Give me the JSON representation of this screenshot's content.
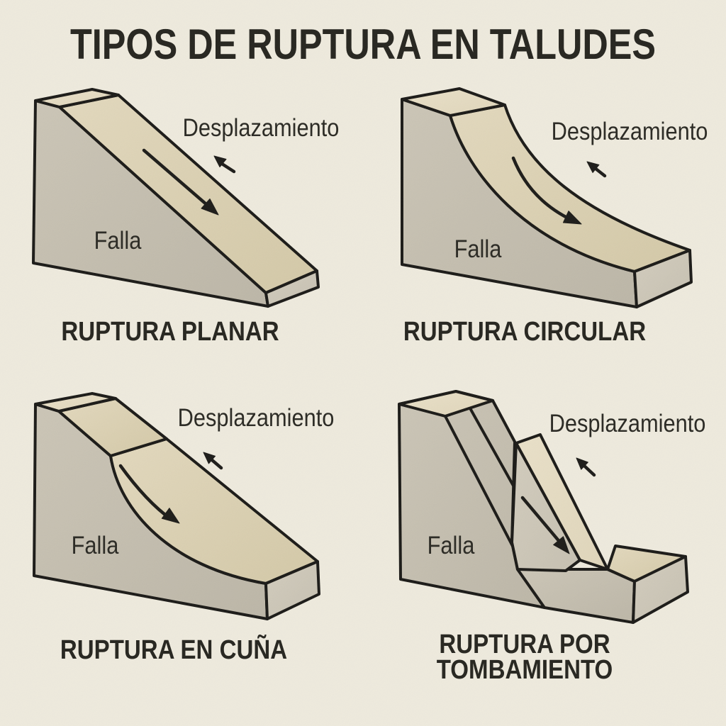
{
  "title": "TIPOS DE RUPTURA EN TALUDES",
  "panels": [
    {
      "name": "planar",
      "caption": "RUPTURA PLANAR",
      "fault_label": "Falla",
      "displacement_label": "Desplazamiento"
    },
    {
      "name": "circular",
      "caption": "RUPTURA CIRCULAR",
      "fault_label": "Falla",
      "displacement_label": "Desplazamiento"
    },
    {
      "name": "wedge",
      "caption": "RUPTURA EN CUÑA",
      "fault_label": "Falla",
      "displacement_label": "Desplazamiento"
    },
    {
      "name": "toppling",
      "caption_line1": "RUPTURA POR",
      "caption_line2": "TOMBAMIENTO",
      "fault_label": "Falla",
      "displacement_label": "Desplazamiento"
    }
  ],
  "colors": {
    "background": "#EEEADD",
    "outline": "#1B1A17",
    "slope_beige_light": "#E2D8BD",
    "slope_beige_dark": "#D3C8A7",
    "top_band_light": "#E9E0C8",
    "top_band_dark": "#DFD5BA",
    "face_gray_light": "#CBC5B6",
    "face_gray_dark": "#BCB6A7",
    "toe_gray_light": "#D2CCBD",
    "toe_gray_dark": "#C6C0B1",
    "arrow_black": "#1D1C19",
    "text_dark": "#26251F"
  }
}
